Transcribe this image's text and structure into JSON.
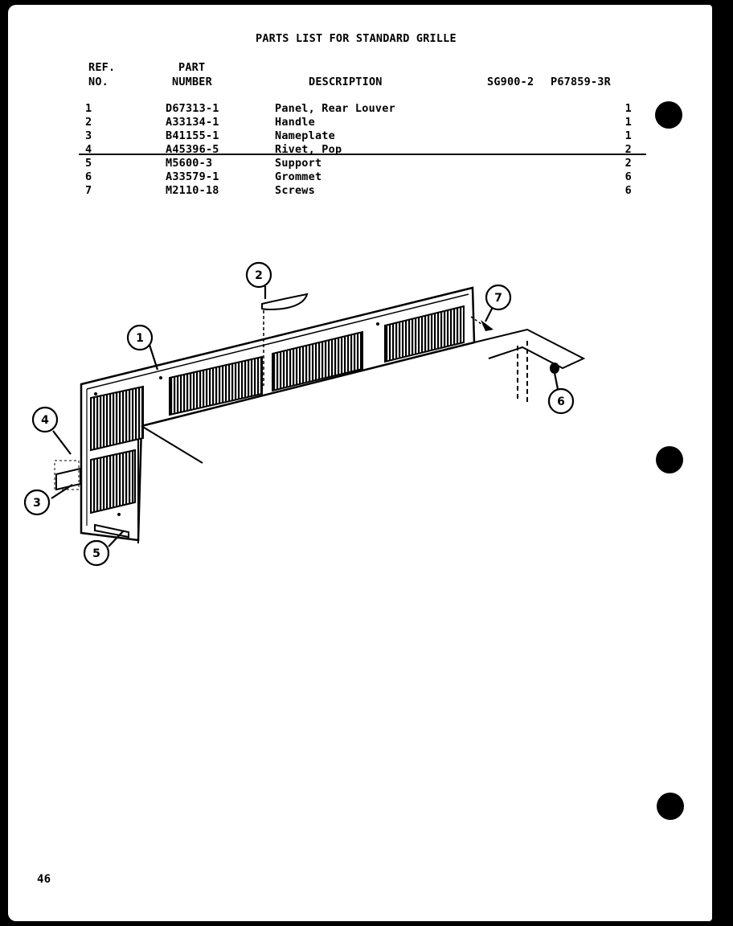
{
  "page": {
    "title": "PARTS LIST FOR STANDARD GRILLE",
    "page_number": "46"
  },
  "table": {
    "headers": {
      "ref_line1": "REF.",
      "ref_line2": "NO.",
      "part_line1": "PART",
      "part_line2": "NUMBER",
      "description": "DESCRIPTION",
      "model1": "SG900-2",
      "model2": "P67859-3R"
    },
    "rows": [
      {
        "ref": "1",
        "part": "D67313-1",
        "description": "Panel, Rear Louver",
        "qty": "1"
      },
      {
        "ref": "2",
        "part": "A33134-1",
        "description": "Handle",
        "qty": "1"
      },
      {
        "ref": "3",
        "part": "B41155-1",
        "description": "Nameplate",
        "qty": "1"
      },
      {
        "ref": "4",
        "part": "A45396-5",
        "description": "Rivet, Pop",
        "qty": "2"
      },
      {
        "ref": "5",
        "part": "M5600-3",
        "description": "Support",
        "qty": "2"
      },
      {
        "ref": "6",
        "part": "A33579-1",
        "description": "Grommet",
        "qty": "6"
      },
      {
        "ref": "7",
        "part": "M2110-18",
        "description": "Screws",
        "qty": "6"
      }
    ]
  },
  "diagram": {
    "callouts": [
      "1",
      "2",
      "3",
      "4",
      "5",
      "6",
      "7"
    ]
  }
}
